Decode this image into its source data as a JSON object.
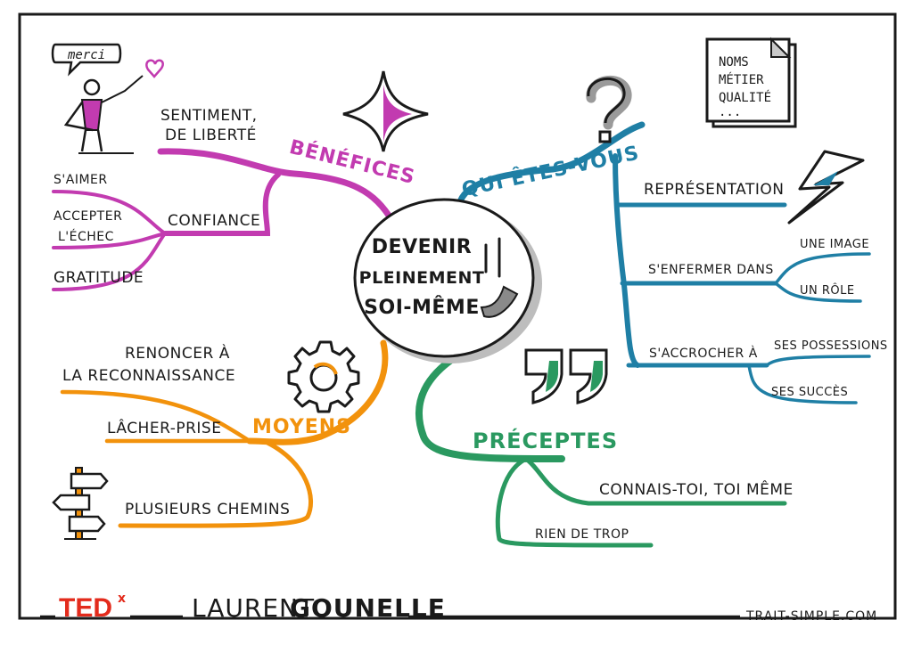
{
  "center": {
    "lines": [
      "DEVENIR",
      "PLEINEMENT",
      "SOI-MÊME"
    ]
  },
  "branches": {
    "benefices": {
      "title": "BÉNÉFICES",
      "color": "#c23bb0",
      "freedom": [
        "SENTIMENT,",
        "DE LIBERTÉ"
      ],
      "confiance": "CONFIANCE",
      "saimer": "S'AIMER",
      "accepter": [
        "ACCEPTER",
        "L'ÉCHEC"
      ],
      "gratitude": "GRATITUDE"
    },
    "qui": {
      "title": "QUI ÊTES-VOUS",
      "color": "#1f7fa5",
      "representation": "REPRÉSENTATION",
      "enfermer": "S'ENFERMER DANS",
      "image": "UNE IMAGE",
      "role": "UN RÔLE",
      "accrocher": "S'ACCROCHER À",
      "possessions": "SES POSSESSIONS",
      "succes": "SES SUCCÈS"
    },
    "moyens": {
      "title": "MOYENS",
      "color": "#f2920c",
      "renoncer": [
        "RENONCER À",
        "LA RECONNAISSANCE"
      ],
      "lacher": "LÂCHER-PRISE",
      "chemins": "PLUSIEURS CHEMINS"
    },
    "preceptes": {
      "title": "PRÉCEPTES",
      "color": "#2a9960",
      "connais": "CONNAIS-TOI, TOI MÊME",
      "rien": "RIEN DE TROP"
    }
  },
  "note": {
    "lines": [
      "NOMS",
      "MÉTIER",
      "QUALITÉ",
      "..."
    ]
  },
  "speech": "merci",
  "footer": {
    "ted": "TED",
    "ted_x": "x",
    "author_first": "LAURENT",
    "author_last": "GOUNELLE",
    "site": "TRAIT-SIMPLE.COM"
  }
}
